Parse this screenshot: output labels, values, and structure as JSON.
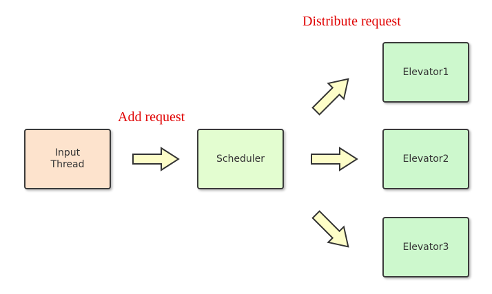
{
  "nodes": {
    "input": {
      "label": "Input\nThread",
      "fill": "#fde3cd"
    },
    "scheduler": {
      "label": "Scheduler",
      "fill": "#e3fdd0"
    },
    "elevator1": {
      "label": "Elevator1",
      "fill": "#cdf8cd"
    },
    "elevator2": {
      "label": "Elevator2",
      "fill": "#cdf8cd"
    },
    "elevator3": {
      "label": "Elevator3",
      "fill": "#cdf8cd"
    }
  },
  "annotations": {
    "add_request": "Add request",
    "distribute_request": "Distribute request"
  },
  "colors": {
    "annotation_text": "#e00000",
    "arrow_fill": "#fdfdc8",
    "arrow_stroke": "#333333",
    "box_border": "#3a3a3a"
  },
  "edges": [
    {
      "from": "input",
      "to": "scheduler"
    },
    {
      "from": "scheduler",
      "to": "elevator1"
    },
    {
      "from": "scheduler",
      "to": "elevator2"
    },
    {
      "from": "scheduler",
      "to": "elevator3"
    }
  ]
}
